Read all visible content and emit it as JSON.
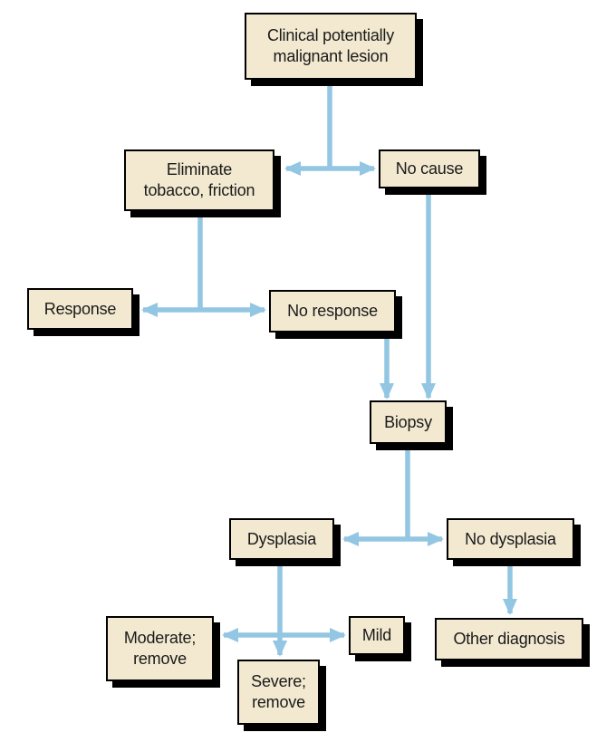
{
  "colors": {
    "page_bg": "#ffffff",
    "box_fill": "#f2e9d0",
    "box_border": "#000000",
    "box_shadow": "#000000",
    "arrow_color": "#92c6e2",
    "text_color": "#1a1a1a"
  },
  "nodes": {
    "clinical": {
      "label": "Clinical potentially\nmalignant lesion"
    },
    "eliminate": {
      "label": "Eliminate\ntobacco, friction"
    },
    "no_cause": {
      "label": "No cause"
    },
    "response": {
      "label": "Response"
    },
    "no_response": {
      "label": "No response"
    },
    "biopsy": {
      "label": "Biopsy"
    },
    "dysplasia": {
      "label": "Dysplasia"
    },
    "no_dysplasia": {
      "label": "No dysplasia"
    },
    "moderate": {
      "label": "Moderate;\nremove"
    },
    "mild": {
      "label": "Mild"
    },
    "severe": {
      "label": "Severe;\nremove"
    },
    "other_diagnosis": {
      "label": "Other diagnosis"
    }
  },
  "edges": [
    {
      "from": "clinical",
      "to": "eliminate",
      "style": "arrow"
    },
    {
      "from": "clinical",
      "to": "no_cause",
      "style": "arrow"
    },
    {
      "from": "eliminate",
      "to": "response",
      "style": "arrow"
    },
    {
      "from": "eliminate",
      "to": "no_response",
      "style": "arrow"
    },
    {
      "from": "no_response",
      "to": "biopsy",
      "style": "arrow"
    },
    {
      "from": "no_cause",
      "to": "biopsy",
      "style": "arrow"
    },
    {
      "from": "biopsy",
      "to": "dysplasia",
      "style": "arrow"
    },
    {
      "from": "biopsy",
      "to": "no_dysplasia",
      "style": "arrow"
    },
    {
      "from": "dysplasia",
      "to": "moderate",
      "style": "arrow"
    },
    {
      "from": "dysplasia",
      "to": "mild",
      "style": "arrow"
    },
    {
      "from": "dysplasia",
      "to": "severe",
      "style": "arrow"
    },
    {
      "from": "no_dysplasia",
      "to": "other_diagnosis",
      "style": "arrow"
    }
  ]
}
